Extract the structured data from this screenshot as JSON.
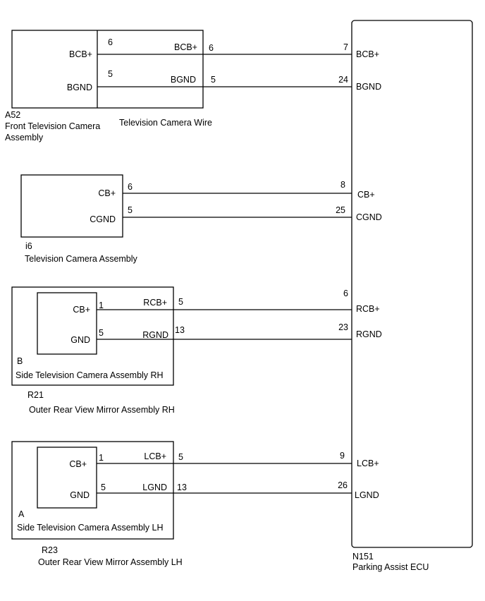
{
  "front_camera": {
    "code": "A52",
    "name_line1": "Front Television Camera",
    "name_line2": "Assembly",
    "pin_bcb_label": "BCB+",
    "pin_bgnd_label": "BGND"
  },
  "camera_wire": {
    "name": "Television Camera Wire",
    "pin_bcb_in": "6",
    "pin_bgnd_in": "5",
    "pin_bcb_label": "BCB+",
    "pin_bgnd_label": "BGND",
    "pin_bcb_out": "6",
    "pin_bgnd_out": "5"
  },
  "tv_camera": {
    "code": "i6",
    "name": "Television Camera Assembly",
    "pin_cb_label": "CB+",
    "pin_cgnd_label": "CGND",
    "pin_cb": "6",
    "pin_cgnd": "5"
  },
  "mirror_rh": {
    "code": "R21",
    "name": "Outer Rear View Mirror Assembly RH",
    "inner_code": "B",
    "inner_name": "Side Television Camera Assembly RH",
    "inner_pin_cb_label": "CB+",
    "inner_pin_gnd_label": "GND",
    "inner_pin_cb": "1",
    "inner_pin_gnd": "5",
    "out_cb_label": "RCB+",
    "out_gnd_label": "RGND",
    "out_cb_pin": "5",
    "out_gnd_pin": "13"
  },
  "mirror_lh": {
    "code": "R23",
    "name": "Outer Rear View Mirror Assembly LH",
    "inner_code": "A",
    "inner_name": "Side Television Camera Assembly LH",
    "inner_pin_cb_label": "CB+",
    "inner_pin_gnd_label": "GND",
    "inner_pin_cb": "1",
    "inner_pin_gnd": "5",
    "out_cb_label": "LCB+",
    "out_gnd_label": "LGND",
    "out_cb_pin": "5",
    "out_gnd_pin": "13"
  },
  "ecu": {
    "code": "N151",
    "name": "Parking Assist ECU",
    "pins": [
      {
        "num": "7",
        "label": "BCB+"
      },
      {
        "num": "24",
        "label": "BGND"
      },
      {
        "num": "8",
        "label": "CB+"
      },
      {
        "num": "25",
        "label": "CGND"
      },
      {
        "num": "6",
        "label": "RCB+"
      },
      {
        "num": "23",
        "label": "RGND"
      },
      {
        "num": "9",
        "label": "LCB+"
      },
      {
        "num": "26",
        "label": "LGND"
      }
    ]
  }
}
